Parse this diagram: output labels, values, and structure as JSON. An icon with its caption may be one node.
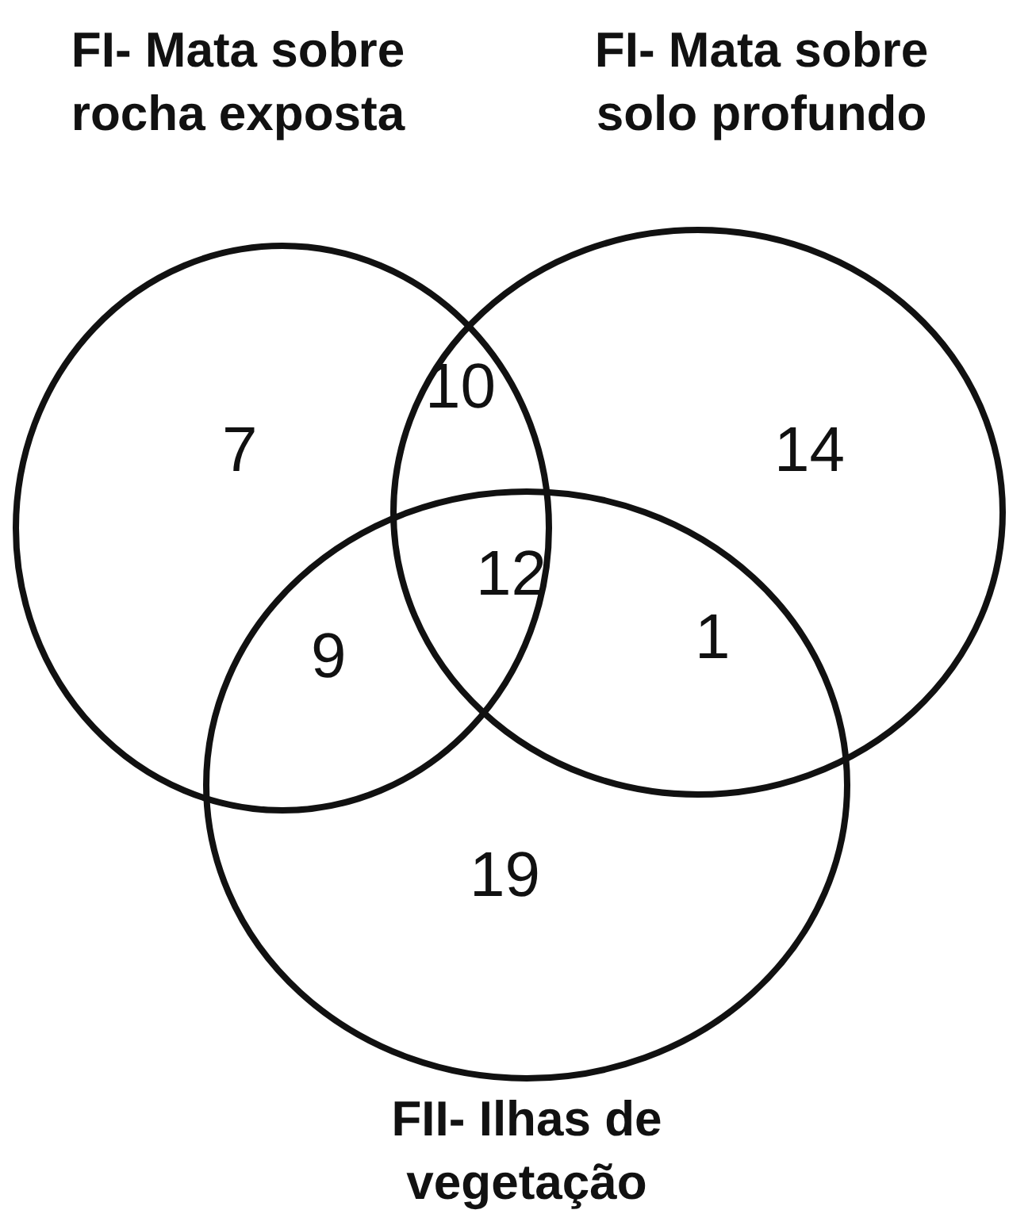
{
  "diagram": {
    "nodes": [
      {
        "text": [
          "FI- Mata sobre rocha exposta"
        ]
      },
      {
        "text": [
          "FI- Mata sobre solo profundo"
        ]
      },
      {
        "text": [
          "FII- Ilhas de vegetação"
        ]
      }
    ],
    "labels": [
      "10",
      "7",
      "14",
      "12",
      "9",
      "1",
      "19"
    ]
  }
}
